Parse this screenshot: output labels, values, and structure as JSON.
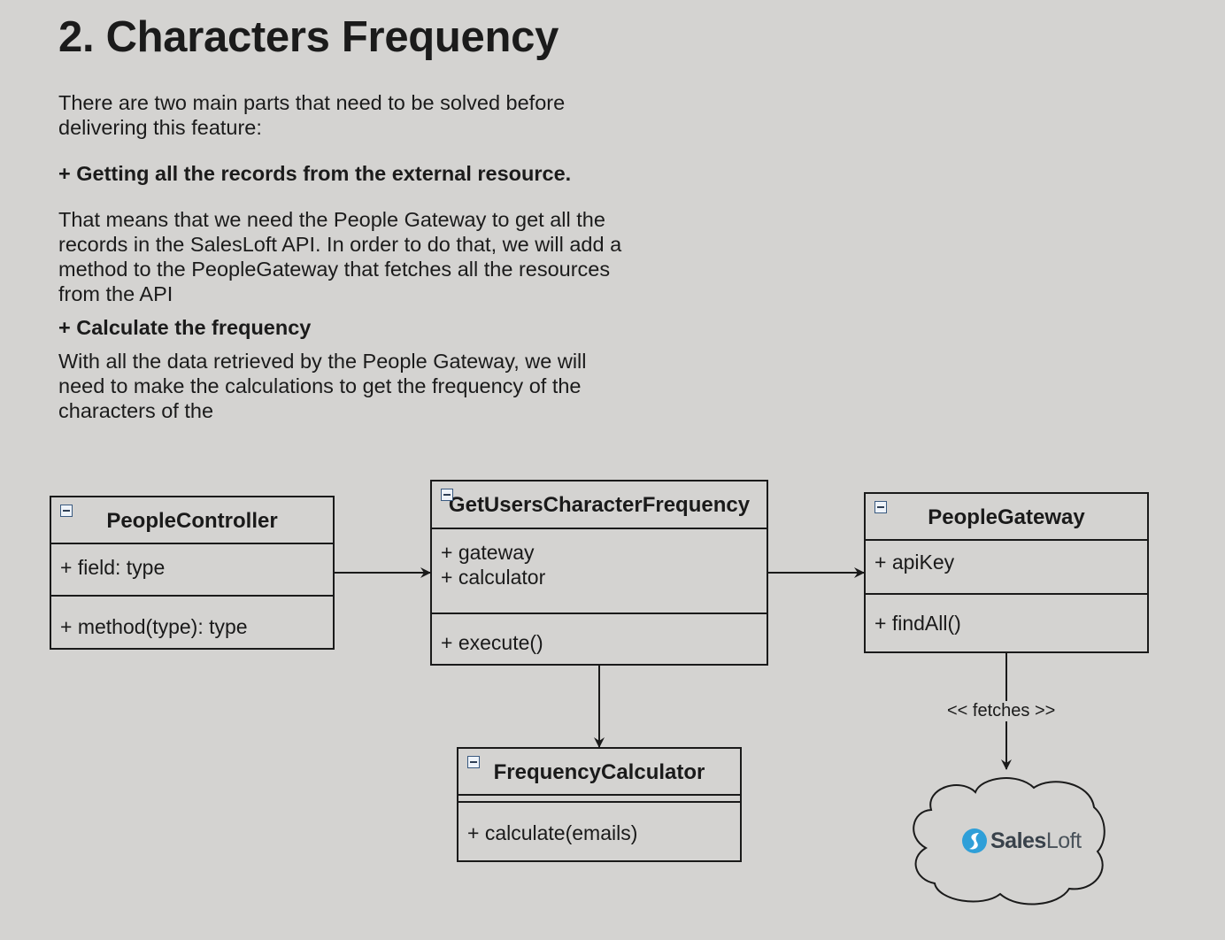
{
  "heading": "2. Characters Frequency",
  "intro": "There are two main parts that need to be solved before delivering this feature:",
  "part1_title": "+ Getting all the records from the external resource.",
  "part1_body": "That means that we need the People Gateway to get all the records in the SalesLoft API. In order to do that, we will add a method to the PeopleGateway that fetches all the resources from the API",
  "part2_title": "+ Calculate the frequency",
  "part2_body": "With all the data retrieved by the People Gateway, we will need to make the calculations to get the frequency of the characters of the",
  "classes": {
    "people_controller": {
      "name": "PeopleController",
      "attributes": [
        "+ field: type"
      ],
      "methods": [
        "+ method(type): type"
      ]
    },
    "get_users": {
      "name": "GetUsersCharacterFrequency",
      "attributes": [
        "+ gateway",
        "+ calculator"
      ],
      "methods": [
        "+ execute()"
      ]
    },
    "people_gateway": {
      "name": "PeopleGateway",
      "attributes": [
        "+ apiKey"
      ],
      "methods": [
        "+ findAll()"
      ]
    },
    "frequency_calculator": {
      "name": "FrequencyCalculator",
      "attributes": [],
      "methods": [
        "+ calculate(emails)"
      ]
    }
  },
  "fetch_label": "<< fetches >>",
  "logo": {
    "bold": "Sales",
    "light": "Loft",
    "color": "#2f9fd8"
  }
}
